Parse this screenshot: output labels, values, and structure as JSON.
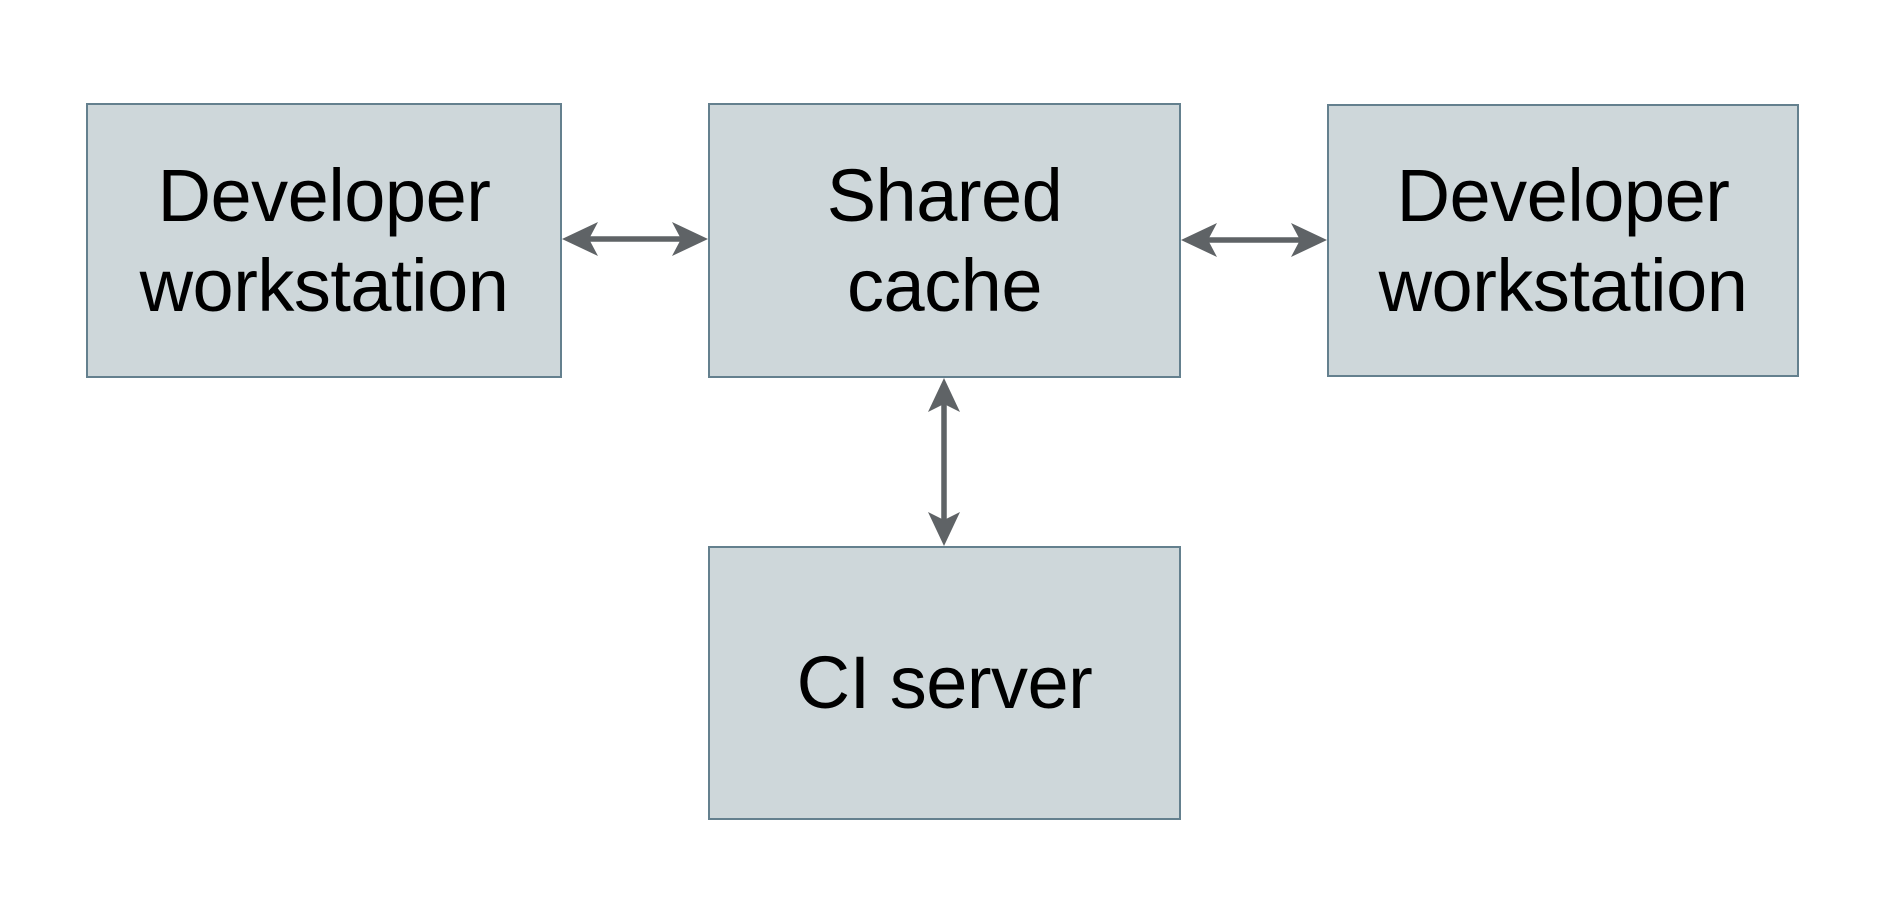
{
  "diagram": {
    "background_color": "#ffffff",
    "colors": {
      "node_fill": "#ced7da",
      "node_border": "#64808e",
      "arrow": "#5f6366",
      "text": "#000000"
    },
    "nodes": [
      {
        "id": "developer-workstation-left",
        "label": "Developer workstation",
        "lines": [
          "Developer",
          "workstation"
        ]
      },
      {
        "id": "shared-cache",
        "label": "Shared cache",
        "lines": [
          "Shared",
          "cache"
        ]
      },
      {
        "id": "developer-workstation-right",
        "label": "Developer workstation",
        "lines": [
          "Developer",
          "workstation"
        ]
      },
      {
        "id": "ci-server",
        "label": "CI server",
        "lines": [
          "CI server"
        ]
      }
    ],
    "edges": [
      {
        "id": "left-workstation-to-shared-cache",
        "from": "developer-workstation-left",
        "to": "shared-cache",
        "style": "bidirectional-arrow",
        "orientation": "horizontal"
      },
      {
        "id": "shared-cache-to-right-workstation",
        "from": "shared-cache",
        "to": "developer-workstation-right",
        "style": "bidirectional-arrow",
        "orientation": "horizontal"
      },
      {
        "id": "shared-cache-to-ci-server",
        "from": "shared-cache",
        "to": "ci-server",
        "style": "bidirectional-arrow",
        "orientation": "vertical"
      }
    ]
  }
}
